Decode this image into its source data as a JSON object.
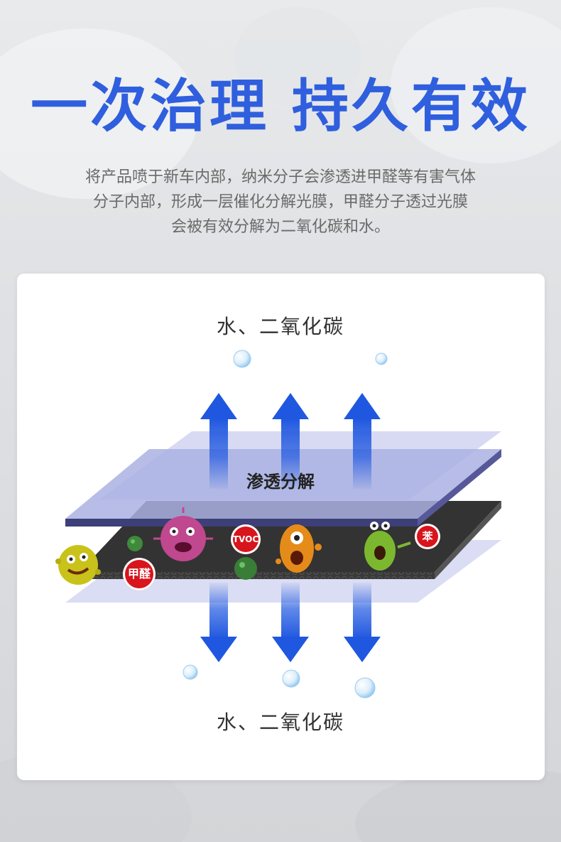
{
  "headline": "一次治理 持久有效",
  "description": [
    "将产品喷于新车内部，纳米分子会渗透进甲醛等有害气体",
    "分子内部，形成一层催化分解光膜，甲醛分子透过光膜",
    "会被有效分解为二氧化碳和水。"
  ],
  "diagram": {
    "output_top": "水、二氧化碳",
    "output_bottom": "水、二氧化碳",
    "layer_label": "渗透分解",
    "pollutants": {
      "formaldehyde": "甲醛",
      "tvoc": "TVOC",
      "benzene": "苯"
    }
  },
  "colors": {
    "headline": "#2f5fde",
    "arrow": "#1f57e0",
    "film": "#b9bfe6",
    "board": "#3a3a3a",
    "badge": "#d8141c"
  }
}
